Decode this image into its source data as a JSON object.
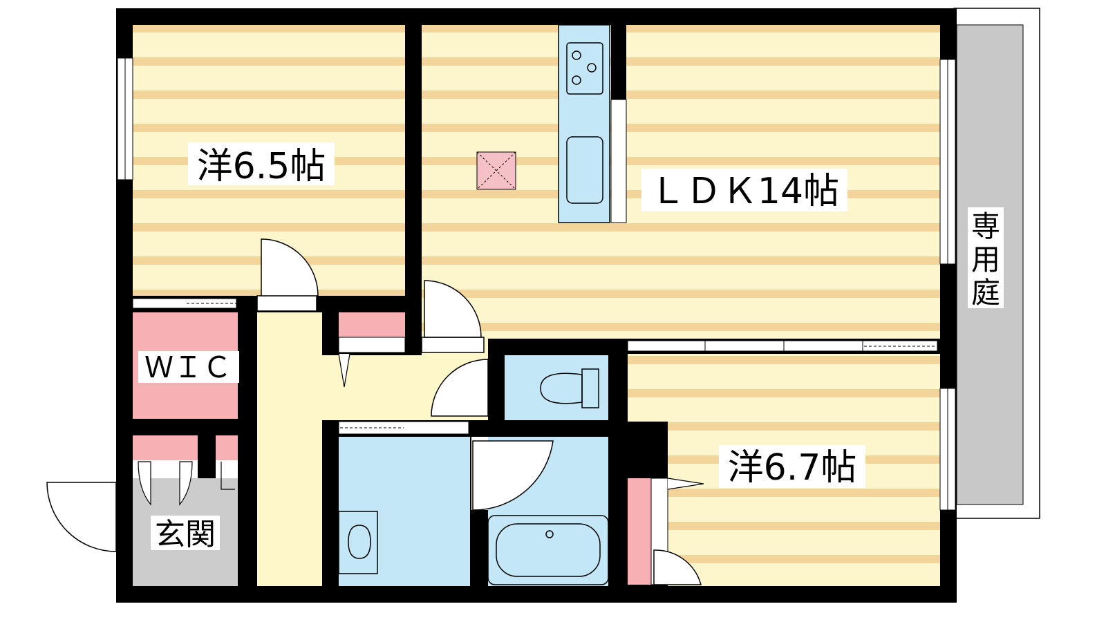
{
  "rooms": {
    "western_a": "洋6.5帖",
    "ldk": "ＬＤＫ14帖",
    "western_b": "洋6.7帖",
    "wic": "ＷＩＣ",
    "entrance": "玄関",
    "garden": [
      "専",
      "用",
      "庭"
    ]
  },
  "colors": {
    "wall": "#000000",
    "floor_light": "#fdf6cc",
    "floor_stripe": "#f3d49b",
    "hall": "#fdf7c9",
    "wet": "#c3e7f7",
    "storage": "#f7b1b5",
    "entrance_floor": "#cccccc",
    "garden": "#c8c8c8"
  }
}
